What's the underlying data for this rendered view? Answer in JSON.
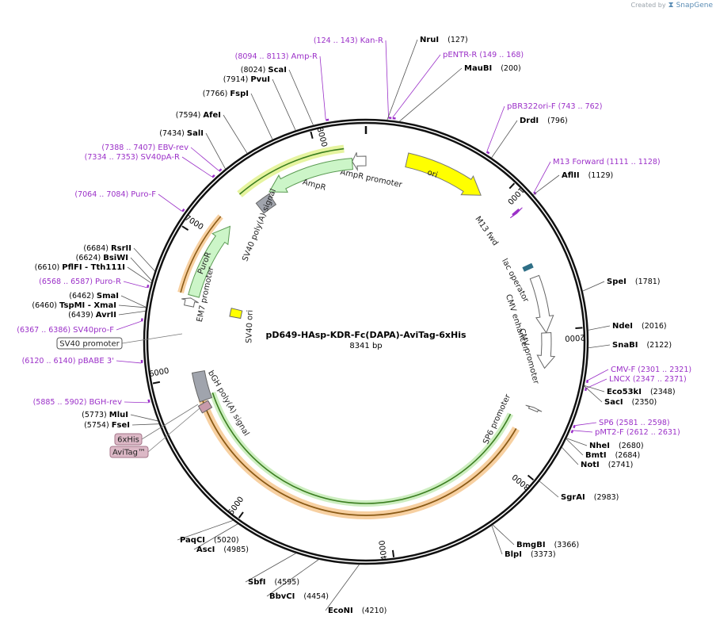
{
  "brand": {
    "created_by": "Created by",
    "name": "SnapGene",
    "icon": "snapgene-logo"
  },
  "plasmid": {
    "name": "pD649-HAsp-KDR-Fc(DAPA)-AviTag-6xHis",
    "length_label": "8341 bp",
    "length": 8341
  },
  "colors": {
    "backbone": "#111111",
    "primer": "#9b30c8",
    "ori": "#ffff00",
    "amp": "#ccf5c8",
    "promoter": "#ffffff",
    "polyA": "#a0a4ad",
    "sv40ori": "#ffff00",
    "lac": "#2f6f86",
    "m13": "#9b30c8",
    "insert_green": "#cdeec0",
    "insert_orange": "#f6c890",
    "tag": "#c89aaa"
  },
  "ticks": [
    {
      "value": 1000,
      "label": "1000"
    },
    {
      "value": 2000,
      "label": "2000"
    },
    {
      "value": 3000,
      "label": "3000"
    },
    {
      "value": 4000,
      "label": "4000"
    },
    {
      "value": 5000,
      "label": "5000"
    },
    {
      "value": 6000,
      "label": "6000"
    },
    {
      "value": 7000,
      "label": "7000"
    },
    {
      "value": 8000,
      "label": "8000"
    }
  ],
  "sites": [
    {
      "name": "NruI",
      "pos": "(127)",
      "bp": 127
    },
    {
      "name": "MauBI",
      "pos": "(200)",
      "bp": 200
    },
    {
      "name": "DrdI",
      "pos": "(796)",
      "bp": 796
    },
    {
      "name": "AflII",
      "pos": "(1129)",
      "bp": 1129
    },
    {
      "name": "SpeI",
      "pos": "(1781)",
      "bp": 1781
    },
    {
      "name": "NdeI",
      "pos": "(2016)",
      "bp": 2016
    },
    {
      "name": "SnaBI",
      "pos": "(2122)",
      "bp": 2122
    },
    {
      "name": "Eco53kI",
      "pos": "(2348)",
      "bp": 2348
    },
    {
      "name": "SacI",
      "pos": "(2350)",
      "bp": 2350
    },
    {
      "name": "NheI",
      "pos": "(2680)",
      "bp": 2680
    },
    {
      "name": "BmtI",
      "pos": "(2684)",
      "bp": 2684
    },
    {
      "name": "NotI",
      "pos": "(2741)",
      "bp": 2741
    },
    {
      "name": "SgrAI",
      "pos": "(2983)",
      "bp": 2983
    },
    {
      "name": "BmgBI",
      "pos": "(3366)",
      "bp": 3366
    },
    {
      "name": "BlpI",
      "pos": "(3373)",
      "bp": 3373
    },
    {
      "name": "EcoNI",
      "pos": "(4210)",
      "bp": 4210
    },
    {
      "name": "BbvCI",
      "pos": "(4454)",
      "bp": 4454
    },
    {
      "name": "SbfI",
      "pos": "(4595)",
      "bp": 4595
    },
    {
      "name": "AscI",
      "pos": "(4985)",
      "bp": 4985
    },
    {
      "name": "PaqCI",
      "pos": "(5020)",
      "bp": 5020
    },
    {
      "name": "FseI",
      "pos": "(5754)",
      "bp": 5754
    },
    {
      "name": "MluI",
      "pos": "(5773)",
      "bp": 5773
    },
    {
      "name": "AvrII",
      "pos": "(6439)",
      "bp": 6439
    },
    {
      "name": "TspMI  - XmaI",
      "pos": "(6460)",
      "bp": 6460
    },
    {
      "name": "SmaI",
      "pos": "(6462)",
      "bp": 6462
    },
    {
      "name": "PflFI  - Tth111I",
      "pos": "(6610)",
      "bp": 6610
    },
    {
      "name": "BsiWI",
      "pos": "(6624)",
      "bp": 6624
    },
    {
      "name": "RsrII",
      "pos": "(6684)",
      "bp": 6684
    },
    {
      "name": "SalI",
      "pos": "(7434)",
      "bp": 7434
    },
    {
      "name": "AfeI",
      "pos": "(7594)",
      "bp": 7594
    },
    {
      "name": "FspI",
      "pos": "(7766)",
      "bp": 7766
    },
    {
      "name": "PvuI",
      "pos": "(7914)",
      "bp": 7914
    },
    {
      "name": "ScaI",
      "pos": "(8024)",
      "bp": 8024
    }
  ],
  "primers": [
    {
      "name": "Kan-R",
      "range": "(124 .. 143)",
      "bp": 133
    },
    {
      "name": "pENTR-R",
      "range": "(149 .. 168)",
      "bp": 158
    },
    {
      "name": "pBR322ori-F",
      "range": "(743 .. 762)",
      "bp": 752
    },
    {
      "name": "M13 Forward",
      "range": "(1111 .. 1128)",
      "bp": 1119
    },
    {
      "name": "CMV-F",
      "range": "(2301 .. 2321)",
      "bp": 2311
    },
    {
      "name": "LNCX",
      "range": "(2347 .. 2371)",
      "bp": 2359
    },
    {
      "name": "SP6",
      "range": "(2581 .. 2598)",
      "bp": 2589
    },
    {
      "name": "pMT2-F",
      "range": "(2612 .. 2631)",
      "bp": 2621
    },
    {
      "name": "BGH-rev",
      "range": "(5885 .. 5902)",
      "bp": 5893
    },
    {
      "name": "pBABE 3'",
      "range": "(6120 .. 6140)",
      "bp": 6130
    },
    {
      "name": "SV40pro-F",
      "range": "(6367 .. 6386)",
      "bp": 6376
    },
    {
      "name": "Puro-R",
      "range": "(6568 .. 6587)",
      "bp": 6577
    },
    {
      "name": "Puro-F",
      "range": "(7064 .. 7084)",
      "bp": 7074
    },
    {
      "name": "SV40pA-R",
      "range": "(7334 .. 7353)",
      "bp": 7343
    },
    {
      "name": "EBV-rev",
      "range": "(7388 .. 7407)",
      "bp": 7397
    },
    {
      "name": "Amp-R",
      "range": "(8094 .. 8113)",
      "bp": 8103
    }
  ],
  "boxed_labels": [
    {
      "name": "SV40 promoter",
      "style": "plain"
    },
    {
      "name": "6xHis",
      "style": "tag"
    },
    {
      "name": "AviTag™",
      "style": "tag"
    }
  ],
  "features": [
    {
      "name": "ori",
      "start": 295,
      "end": 884,
      "type": "ori",
      "dir": 1
    },
    {
      "name": "M13 fwd",
      "start": 1135,
      "end": 1150,
      "type": "m13",
      "dir": 1
    },
    {
      "name": "lac operator",
      "start": 1500,
      "end": 1530,
      "type": "lac",
      "dir": 0
    },
    {
      "name": "CMV enhancer",
      "start": 1600,
      "end": 2020,
      "type": "promoter",
      "dir": 1
    },
    {
      "name": "CMV promoter",
      "start": 2020,
      "end": 2280,
      "type": "promoter",
      "dir": 1
    },
    {
      "name": "SP6 promoter",
      "start": 2580,
      "end": 2600,
      "type": "promoter",
      "dir": -1
    },
    {
      "name": "AmpR promoter",
      "start": 8240,
      "end": 8341,
      "type": "promoter",
      "dir": -1
    },
    {
      "name": "AmpR",
      "start": 7580,
      "end": 8240,
      "type": "amp",
      "dir": -1
    },
    {
      "name": "SV40 poly(A) signal",
      "start": 7450,
      "end": 7570,
      "type": "polyA",
      "dir": 0
    },
    {
      "name": "PuroR",
      "start": 6600,
      "end": 7190,
      "type": "amp",
      "dir": 1
    },
    {
      "name": "EM7 promoter",
      "start": 6520,
      "end": 6580,
      "type": "promoter",
      "dir": 1
    },
    {
      "name": "SV40 ori",
      "start": 6500,
      "end": 6580,
      "type": "sv40ori",
      "dir": 0
    },
    {
      "name": "bGH poly(A) signal",
      "start": 5795,
      "end": 6020,
      "type": "polyA",
      "dir": 0
    }
  ],
  "insert": {
    "green_start": 2700,
    "green_end": 5830,
    "orange_start": 2780,
    "orange_end": 5810,
    "orange_outer_start": 6600,
    "orange_outer_end": 7200
  }
}
